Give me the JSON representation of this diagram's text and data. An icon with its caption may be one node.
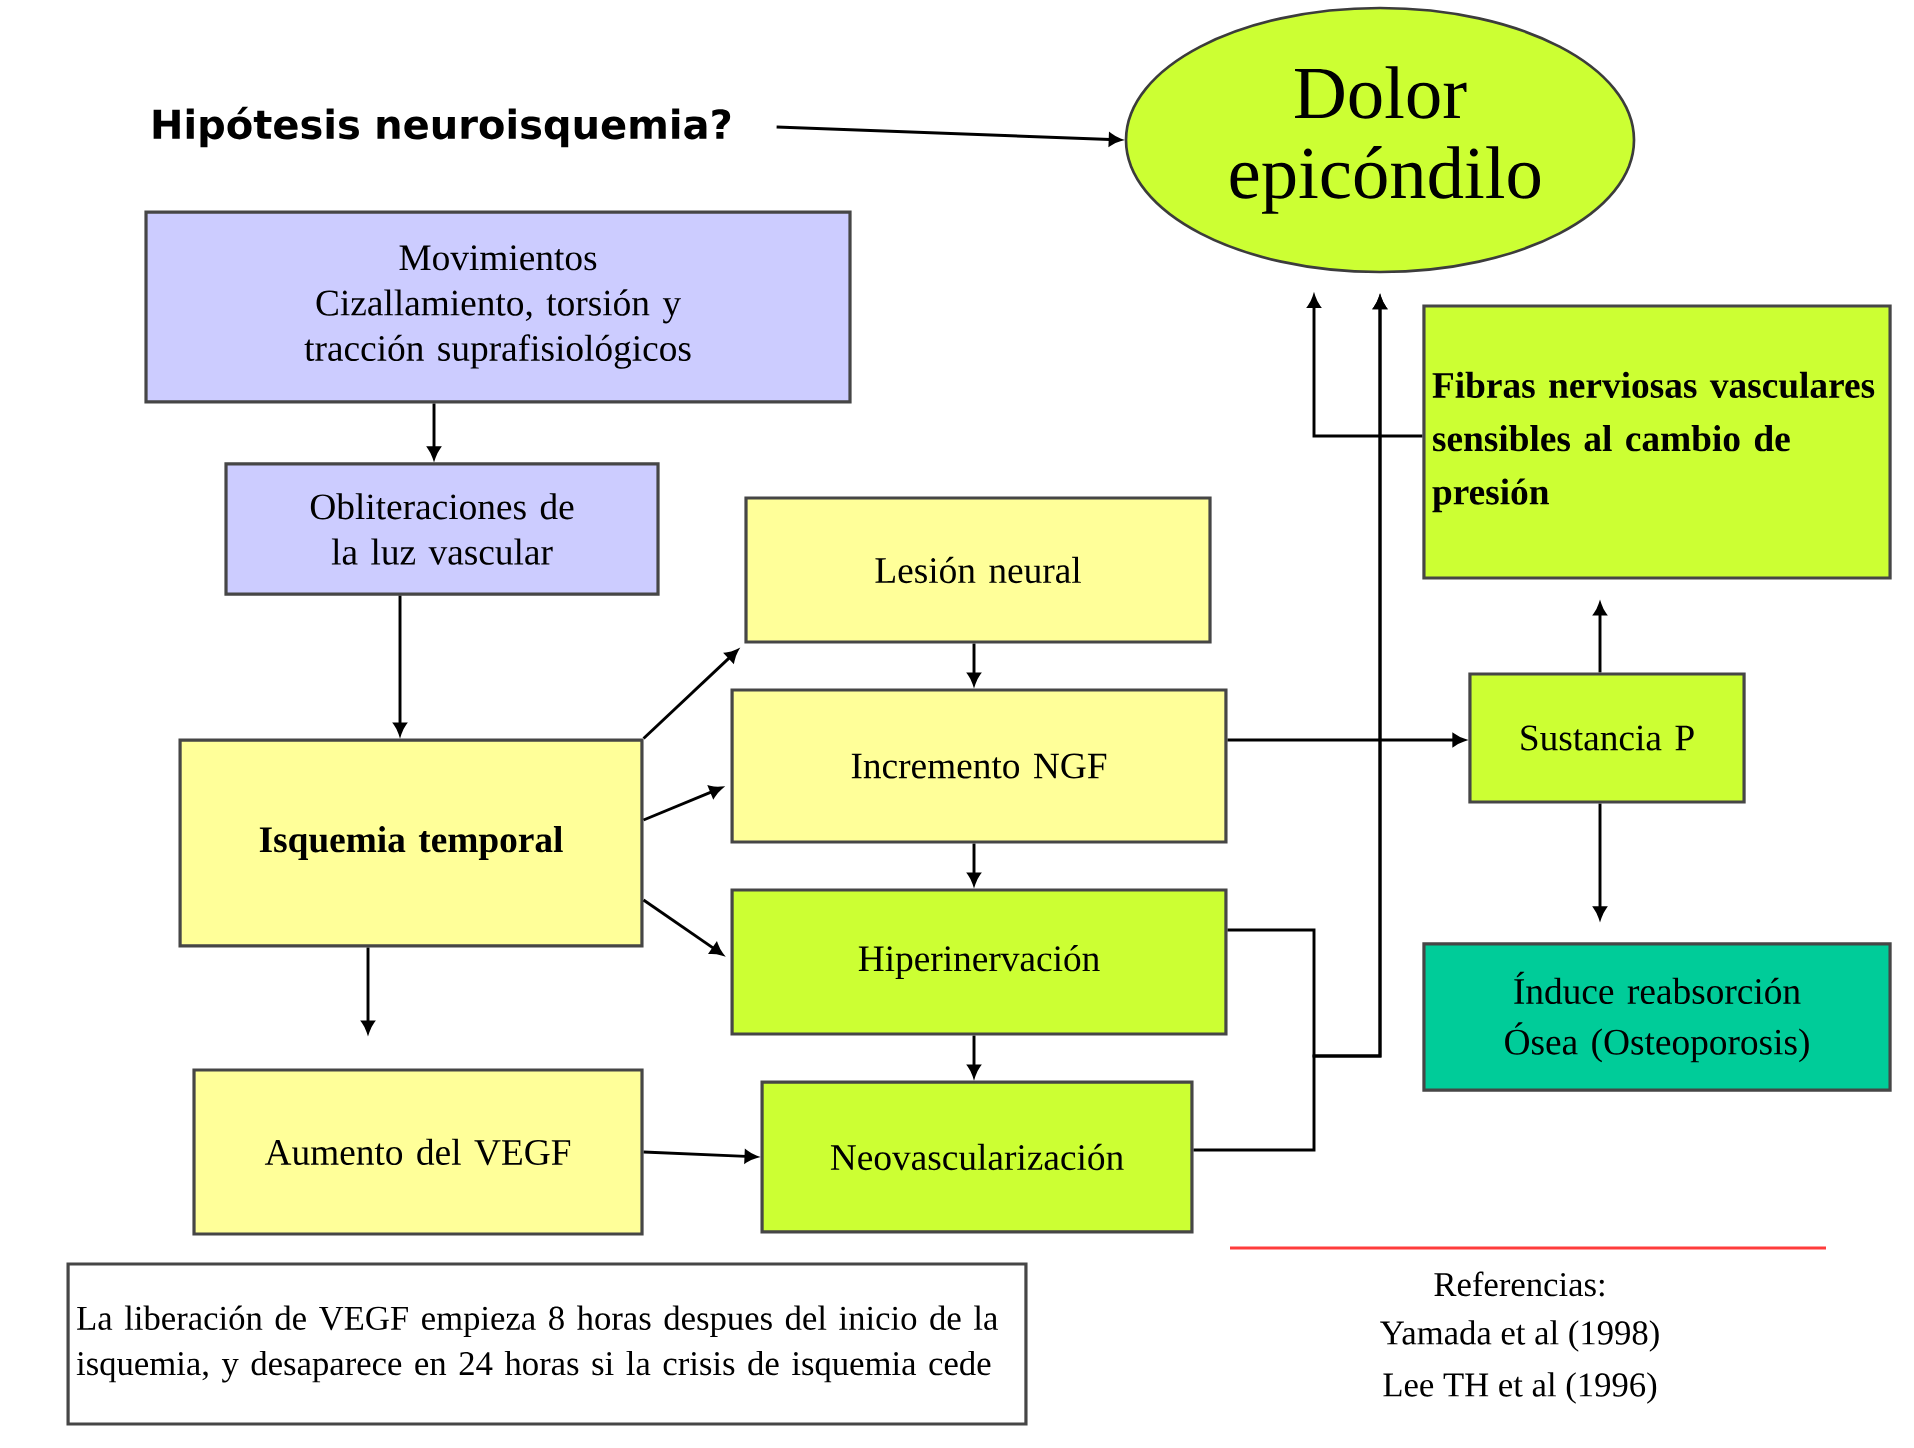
{
  "diagram": {
    "nodes": [
      {
        "text": [
          "Hipótesis neuroisquemia?"
        ]
      },
      {
        "text": [
          "Dolor epicóndilo"
        ]
      },
      {
        "text": [
          "Movimientos",
          "Cizallamiento, torsión y tracción suprafisiológicos"
        ]
      },
      {
        "text": [
          "Obliteraciones de la luz vascular"
        ]
      },
      {
        "text": [
          "Isquemia temporal"
        ]
      },
      {
        "text": [
          "Lesión neural"
        ]
      },
      {
        "text": [
          "Incremento NGF"
        ]
      },
      {
        "text": [
          "Hiperinervación"
        ]
      },
      {
        "text": [
          "Aumento del VEGF"
        ]
      },
      {
        "text": [
          "Neovascularización"
        ]
      },
      {
        "text": [
          "Fibras nerviosas vasculares sensibles al cambio de presión"
        ]
      },
      {
        "text": [
          "Sustancia P"
        ]
      },
      {
        "text": [
          "Índuce reabsorción Ósea (Osteoporosis)"
        ]
      },
      {
        "text": [
          "La liberación de VEGF empieza 8 horas despues del inicio de la isquemia, y desaparece en 24 horas si la crisis de isquemia cede"
        ]
      }
    ],
    "edges": [
      {
        "from": 0,
        "to": 1,
        "arrow": "to"
      },
      {
        "from": 2,
        "to": 3,
        "arrow": "to"
      },
      {
        "from": 3,
        "to": 4,
        "arrow": "to"
      },
      {
        "from": 4,
        "to": 5,
        "arrow": "to"
      },
      {
        "from": 4,
        "to": 6,
        "arrow": "to"
      },
      {
        "from": 4,
        "to": 7,
        "arrow": "to"
      },
      {
        "from": 4,
        "to": 8,
        "arrow": "to"
      },
      {
        "from": 5,
        "to": 6,
        "arrow": "to"
      },
      {
        "from": 6,
        "to": 7,
        "arrow": "to"
      },
      {
        "from": 7,
        "to": 9,
        "arrow": "to"
      },
      {
        "from": 8,
        "to": 9,
        "arrow": "to"
      },
      {
        "from": 6,
        "to": 11,
        "arrow": "to"
      },
      {
        "from": 7,
        "to": 1,
        "arrow": "to"
      },
      {
        "from": 9,
        "to": 1,
        "arrow": "to"
      },
      {
        "from": 10,
        "to": 1,
        "arrow": "to"
      },
      {
        "from": 11,
        "to": 10,
        "arrow": "to"
      },
      {
        "from": 11,
        "to": 12,
        "arrow": "to"
      }
    ],
    "labels": [
      "Referencias:",
      "Yamada et al (1998)",
      "Lee TH et al (1996)"
    ]
  }
}
